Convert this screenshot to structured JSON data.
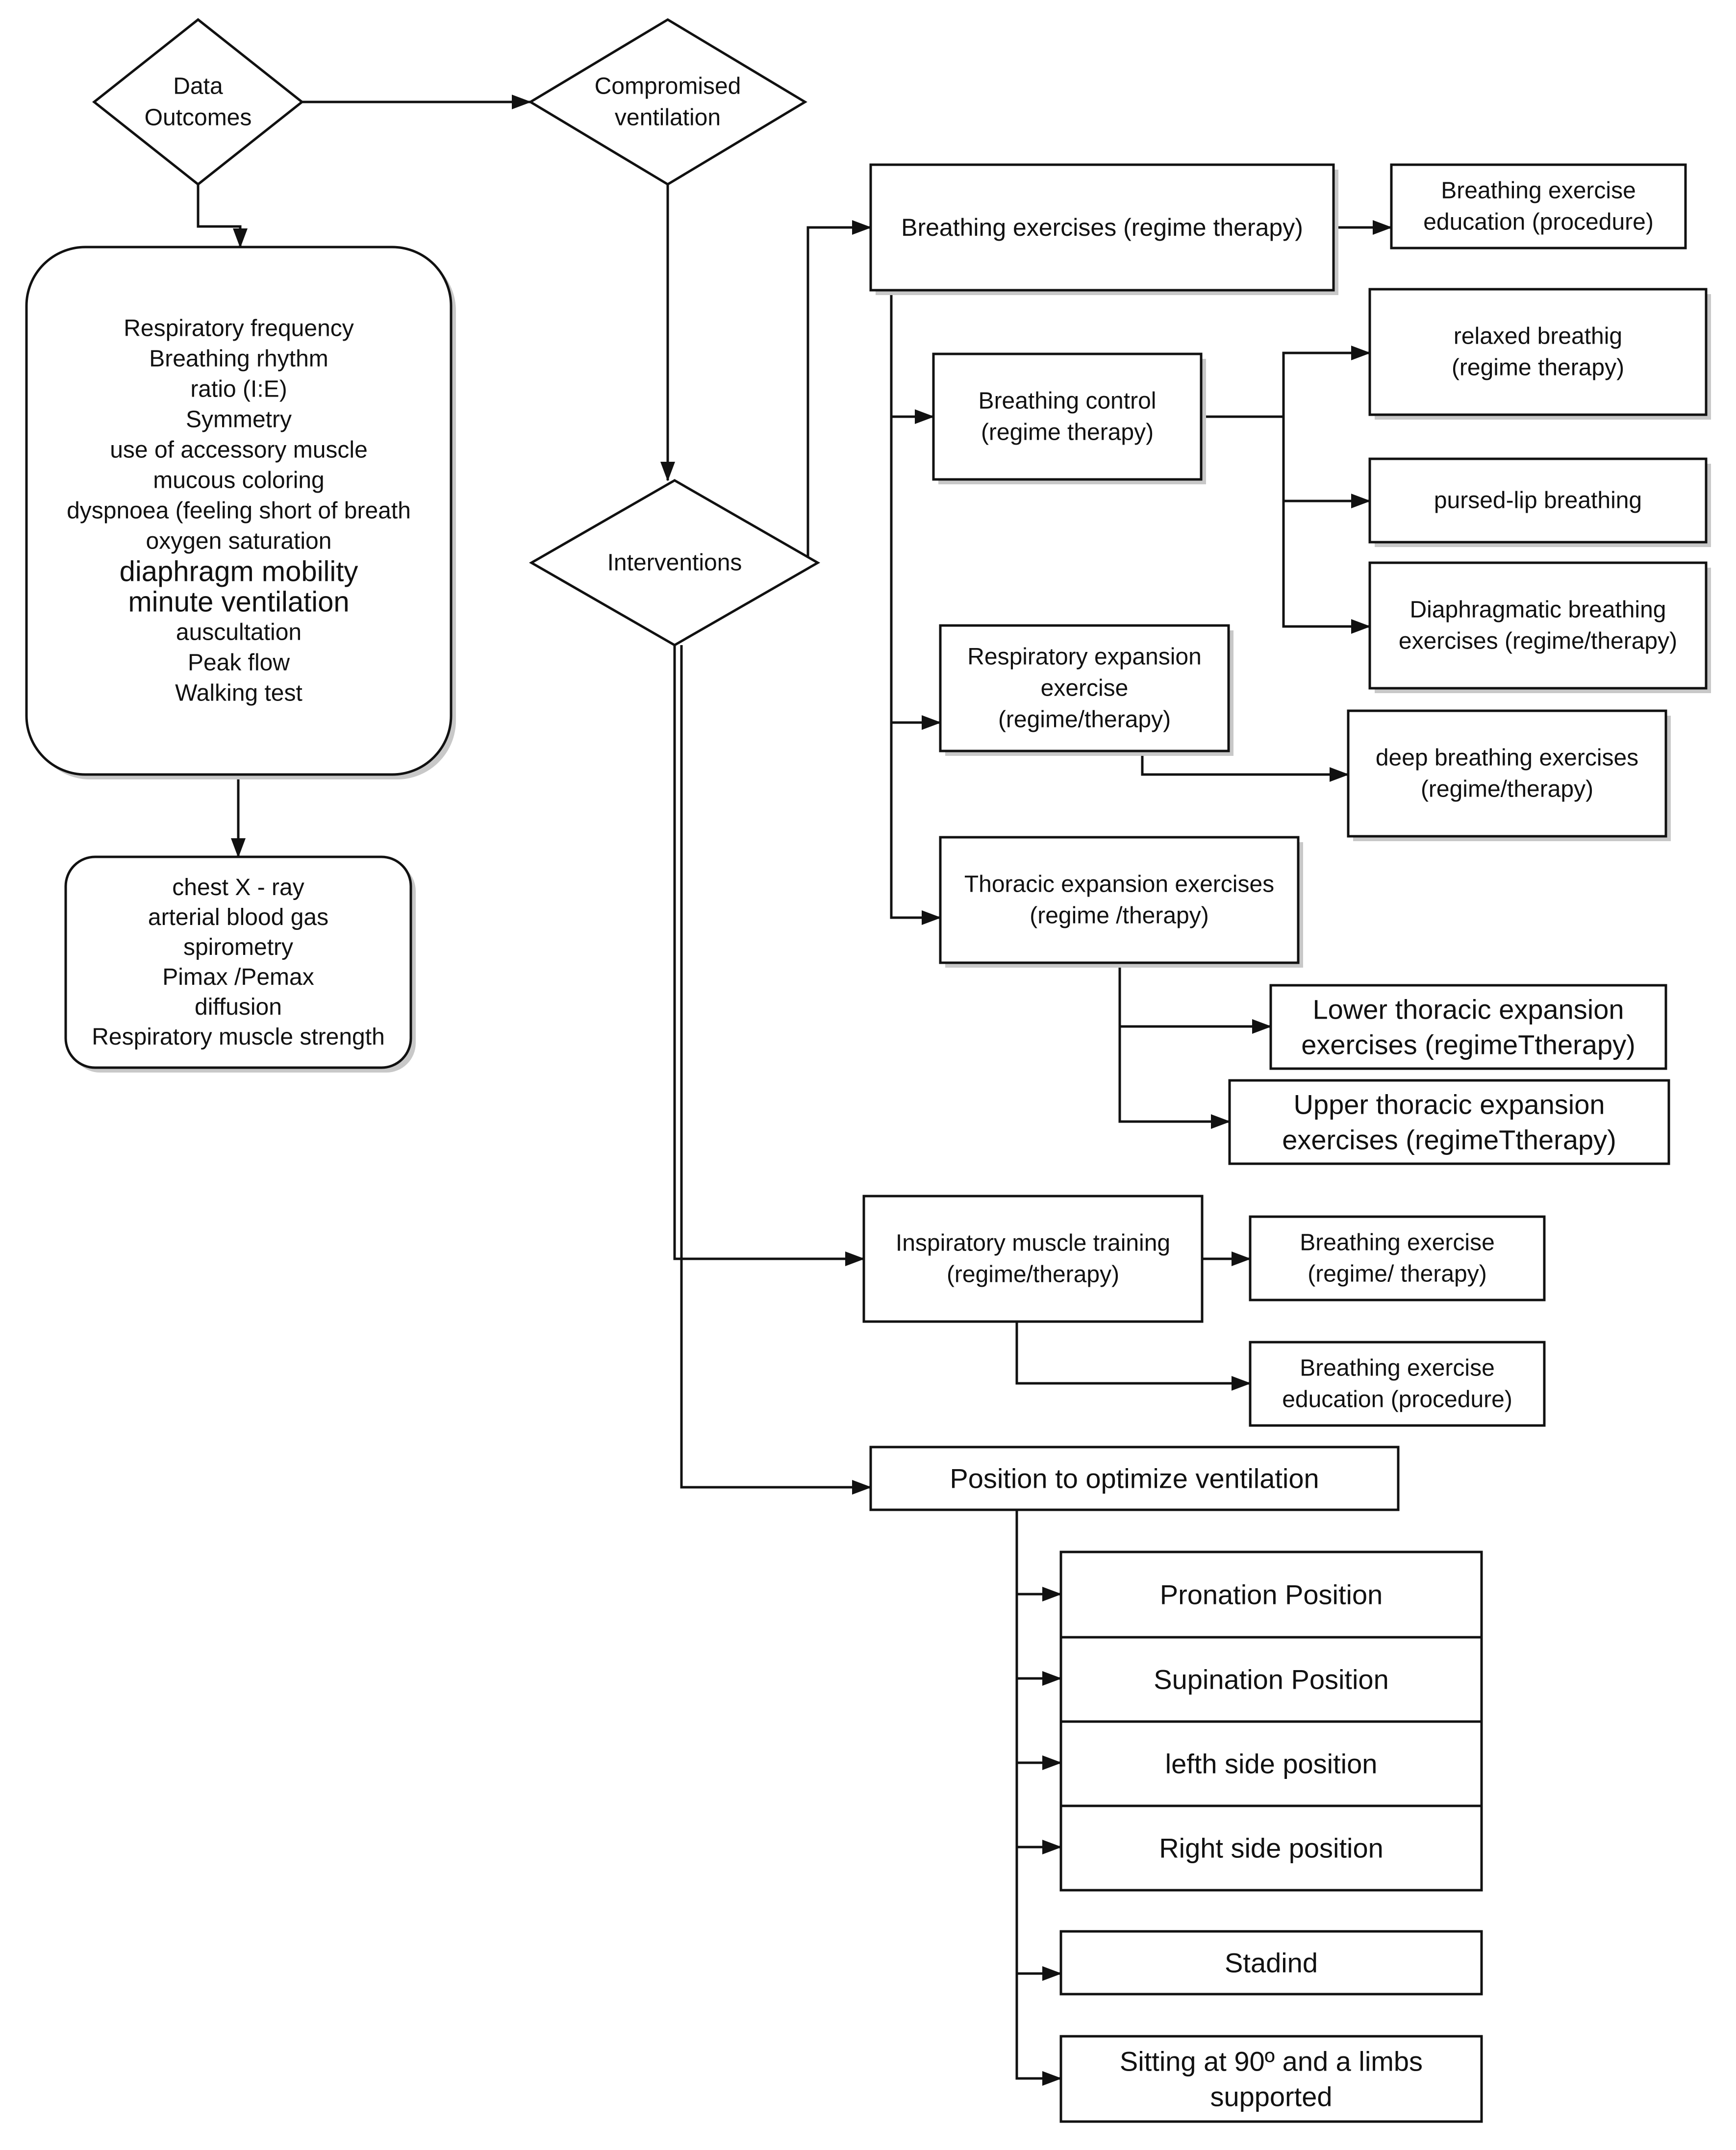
{
  "diagram": {
    "nodes": {
      "data_outcomes": {
        "shape": "diamond",
        "lines": [
          "Data",
          "Outcomes"
        ]
      },
      "compromised_ventilation": {
        "shape": "diamond",
        "lines": [
          "Compromised",
          "ventilation"
        ]
      },
      "interventions": {
        "shape": "diamond",
        "lines": [
          "Interventions"
        ]
      },
      "assessment_list": {
        "shape": "rounded-box",
        "lines": [
          "Respiratory frequency",
          "Breathing rhythm",
          "ratio (I:E)",
          "Symmetry",
          "use of accessory muscle",
          "mucous coloring",
          "dyspnoea (feeling short of breath",
          "oxygen saturation",
          "diaphragm mobility",
          "minute ventilation",
          "auscultation",
          "Peak flow",
          "Walking test"
        ]
      },
      "tests_list": {
        "shape": "rounded-box",
        "lines": [
          "chest X - ray",
          "arterial blood gas",
          "spirometry",
          "Pimax /Pemax",
          "diffusion",
          "Respiratory muscle strength"
        ]
      },
      "breathing_exercises": {
        "shape": "box",
        "lines": [
          "Breathing exercises (regime therapy)"
        ]
      },
      "breathing_exercise_education_1": {
        "shape": "box",
        "lines": [
          "Breathing exercise",
          "education (procedure)"
        ]
      },
      "breathing_control": {
        "shape": "box",
        "lines": [
          "Breathing control",
          "(regime therapy)"
        ]
      },
      "relaxed_breathing": {
        "shape": "box",
        "lines": [
          "relaxed breathig",
          "(regime therapy)"
        ]
      },
      "pursed_lip_breathing": {
        "shape": "box",
        "lines": [
          "pursed-lip breathing"
        ]
      },
      "diaphragmatic_breathing": {
        "shape": "box",
        "lines": [
          "Diaphragmatic breathing",
          "exercises (regime/therapy)"
        ]
      },
      "respiratory_expansion": {
        "shape": "box",
        "lines": [
          "Respiratory expansion",
          "exercise",
          "(regime/therapy)"
        ]
      },
      "deep_breathing": {
        "shape": "box",
        "lines": [
          "deep breathing exercises",
          "(regime/therapy)"
        ]
      },
      "thoracic_expansion": {
        "shape": "box",
        "lines": [
          "Thoracic expansion exercises",
          "(regime /therapy)"
        ]
      },
      "lower_thoracic": {
        "shape": "box",
        "lines": [
          "Lower thoracic expansion",
          "exercises (regimeTtherapy)"
        ]
      },
      "upper_thoracic": {
        "shape": "box",
        "lines": [
          "Upper thoracic expansion",
          "exercises (regimeTtherapy)"
        ]
      },
      "inspiratory_muscle_training": {
        "shape": "box",
        "lines": [
          "Inspiratory muscle training",
          "(regime/therapy)"
        ]
      },
      "breathing_exercise_regime": {
        "shape": "box",
        "lines": [
          "Breathing exercise",
          "(regime/ therapy)"
        ]
      },
      "breathing_exercise_education_2": {
        "shape": "box",
        "lines": [
          "Breathing exercise",
          "education (procedure)"
        ]
      },
      "position_optimize": {
        "shape": "box",
        "lines": [
          "Position to optimize ventilation"
        ]
      },
      "pronation": {
        "shape": "box",
        "lines": [
          "Pronation Position"
        ]
      },
      "supination": {
        "shape": "box",
        "lines": [
          "Supination Position"
        ]
      },
      "left_side": {
        "shape": "box",
        "lines": [
          "lefth side position"
        ]
      },
      "right_side": {
        "shape": "box",
        "lines": [
          "Right side position"
        ]
      },
      "standing": {
        "shape": "box",
        "lines": [
          "Stadind"
        ]
      },
      "sitting": {
        "shape": "box",
        "lines": [
          "Sitting at 90º and a limbs",
          "supported"
        ]
      }
    },
    "edges": [
      {
        "from": "data_outcomes",
        "to": "compromised_ventilation"
      },
      {
        "from": "data_outcomes",
        "to": "assessment_list"
      },
      {
        "from": "assessment_list",
        "to": "tests_list"
      },
      {
        "from": "compromised_ventilation",
        "to": "interventions"
      },
      {
        "from": "interventions",
        "to": "breathing_exercises"
      },
      {
        "from": "breathing_exercises",
        "to": "breathing_exercise_education_1"
      },
      {
        "from": "breathing_exercises",
        "to": "breathing_control"
      },
      {
        "from": "breathing_exercises",
        "to": "respiratory_expansion"
      },
      {
        "from": "breathing_exercises",
        "to": "thoracic_expansion"
      },
      {
        "from": "breathing_control",
        "to": "relaxed_breathing"
      },
      {
        "from": "breathing_control",
        "to": "pursed_lip_breathing"
      },
      {
        "from": "breathing_control",
        "to": "diaphragmatic_breathing"
      },
      {
        "from": "respiratory_expansion",
        "to": "deep_breathing"
      },
      {
        "from": "thoracic_expansion",
        "to": "lower_thoracic"
      },
      {
        "from": "thoracic_expansion",
        "to": "upper_thoracic"
      },
      {
        "from": "interventions",
        "to": "inspiratory_muscle_training"
      },
      {
        "from": "interventions",
        "to": "position_optimize"
      },
      {
        "from": "inspiratory_muscle_training",
        "to": "breathing_exercise_regime"
      },
      {
        "from": "inspiratory_muscle_training",
        "to": "breathing_exercise_education_2"
      },
      {
        "from": "position_optimize",
        "to": "pronation"
      },
      {
        "from": "position_optimize",
        "to": "supination"
      },
      {
        "from": "position_optimize",
        "to": "left_side"
      },
      {
        "from": "position_optimize",
        "to": "right_side"
      },
      {
        "from": "position_optimize",
        "to": "standing"
      },
      {
        "from": "position_optimize",
        "to": "sitting"
      }
    ]
  }
}
